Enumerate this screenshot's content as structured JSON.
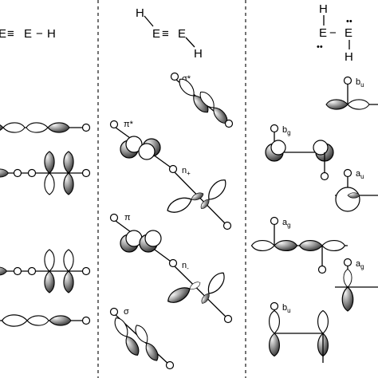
{
  "columns": [
    {
      "header": {
        "left": "E",
        "triple": "≡",
        "mid": "E",
        "dash": "−",
        "right": "H"
      },
      "structure": "linear"
    },
    {
      "header": {
        "h1": "H",
        "e1": "E",
        "triple": "≡",
        "e2": "E",
        "h2": "H"
      },
      "structure": "trans-bent",
      "orbitals": [
        {
          "label": "σ*"
        },
        {
          "label": "π*"
        },
        {
          "label": "n",
          "sub": "+"
        },
        {
          "label": "π"
        },
        {
          "label": "n",
          "sub": "-"
        },
        {
          "label": "σ"
        }
      ]
    },
    {
      "header": {
        "h1": "H",
        "e1": "E",
        "dash": "−",
        "e2": "E",
        "h2": "H",
        "dots": "••"
      },
      "structure": "trans-planar",
      "orbitals": [
        {
          "label": "b",
          "sub": "u"
        },
        {
          "label": "b",
          "sub": "g"
        },
        {
          "label": "a",
          "sub": "u"
        },
        {
          "label": "a",
          "sub": "g"
        },
        {
          "label": "a",
          "sub": "g"
        },
        {
          "label": "b",
          "sub": "u"
        }
      ]
    }
  ],
  "colors": {
    "ink": "#000000",
    "shade_light": "#f2f2f2",
    "shade_dark": "#2a2a2a"
  },
  "icons": [
    "dashed-divider",
    "s-orbital-ball",
    "p-orbital-lobe"
  ]
}
